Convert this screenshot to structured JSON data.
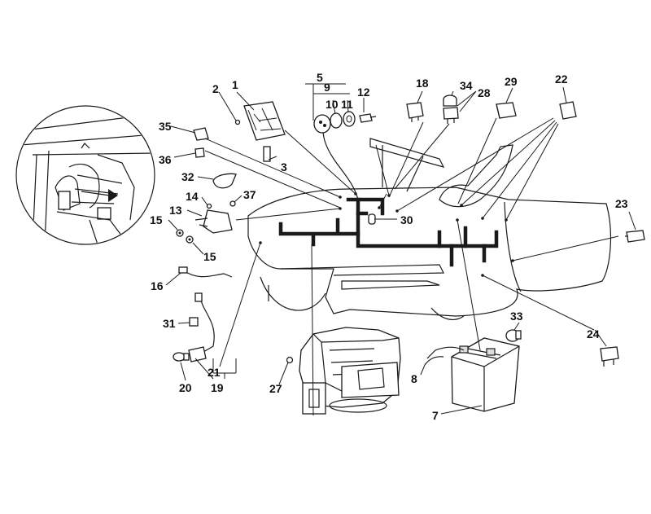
{
  "labels": {
    "n1": "1",
    "n2": "2",
    "n3": "3",
    "n5": "5",
    "n7": "7",
    "n8": "8",
    "n9": "9",
    "n10": "10",
    "n11": "11",
    "n12": "12",
    "n13": "13",
    "n14": "14",
    "n15a": "15",
    "n15b": "15",
    "n16": "16",
    "n18": "18",
    "n19": "19",
    "n20": "20",
    "n21": "21",
    "n22": "22",
    "n23": "23",
    "n24": "24",
    "n27": "27",
    "n28": "28",
    "n29": "29",
    "n30": "30",
    "n31": "31",
    "n32": "32",
    "n33": "33",
    "n34": "34",
    "n35": "35",
    "n36": "36",
    "n37": "37"
  },
  "colors": {
    "line": "#1a1a1a",
    "background": "#ffffff",
    "shade": "#dcdcdc"
  }
}
